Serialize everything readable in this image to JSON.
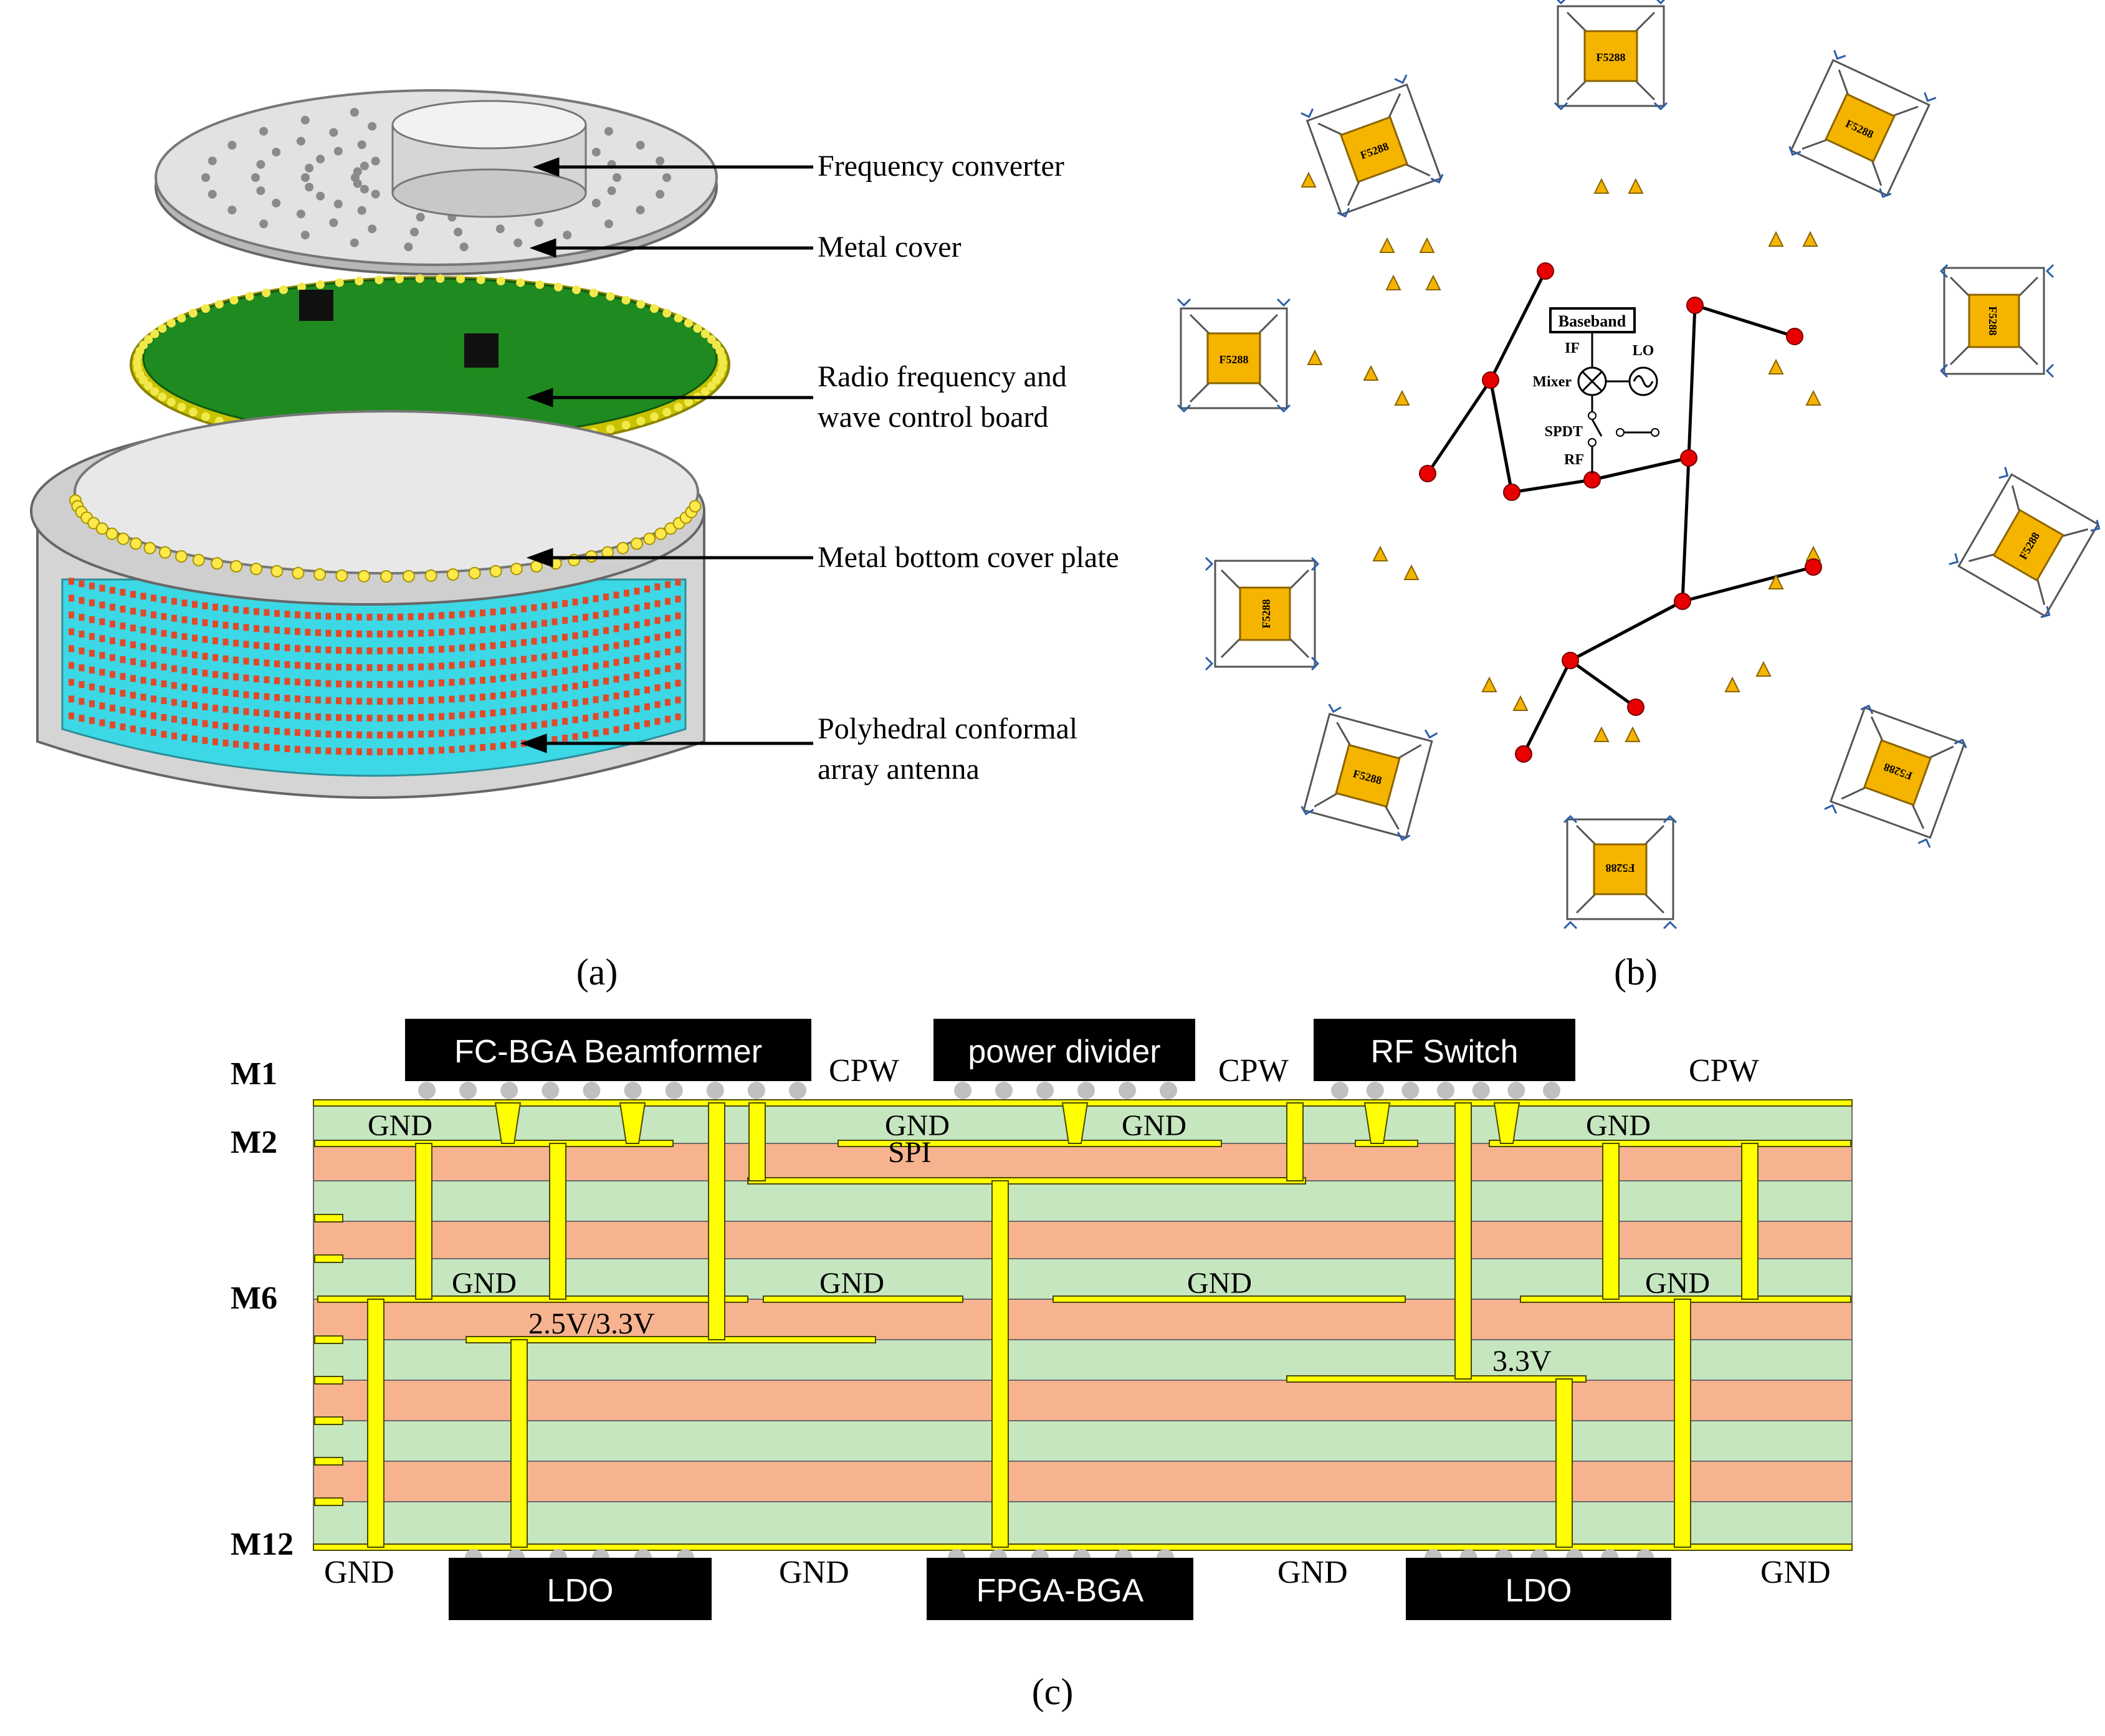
{
  "panel_a": {
    "caption": "(a)",
    "labels": {
      "frequency_converter": "Frequency converter",
      "metal_cover": "Metal cover",
      "rf_board_line1": "Radio frequency and",
      "rf_board_line2": "wave control board",
      "bottom_cover": "Metal bottom cover plate",
      "antenna_line1": "Polyhedral conformal",
      "antenna_line2": "array antenna"
    }
  },
  "panel_b": {
    "caption": "(b)",
    "chip_label": "F5288",
    "center": {
      "baseband": "Baseband",
      "if": "IF",
      "lo": "LO",
      "mixer": "Mixer",
      "spdt": "SPDT",
      "rf": "RF"
    }
  },
  "panel_c": {
    "caption": "(c)",
    "layers": {
      "m1": "M1",
      "m2": "M2",
      "m6": "M6",
      "m12": "M12"
    },
    "top_chips": {
      "beamformer": "FC-BGA Beamformer",
      "divider": "power divider",
      "switch": "RF Switch"
    },
    "bottom_chips": {
      "ldo1": "LDO",
      "fpga": "FPGA-BGA",
      "ldo2": "LDO"
    },
    "cpw": "CPW",
    "gnd": "GND",
    "spi": "SPI",
    "v25_33": "2.5V/3.3V",
    "v33": "3.3V"
  },
  "colors": {
    "pcb_green": "#c6e6bf",
    "pcb_orange": "#f7b38f",
    "via_yellow": "#ffff00",
    "chip_orange": "#f5b400",
    "node_red": "#e80000",
    "antenna_cyan": "#3cd8e6",
    "board_green": "#1f8a1f"
  }
}
